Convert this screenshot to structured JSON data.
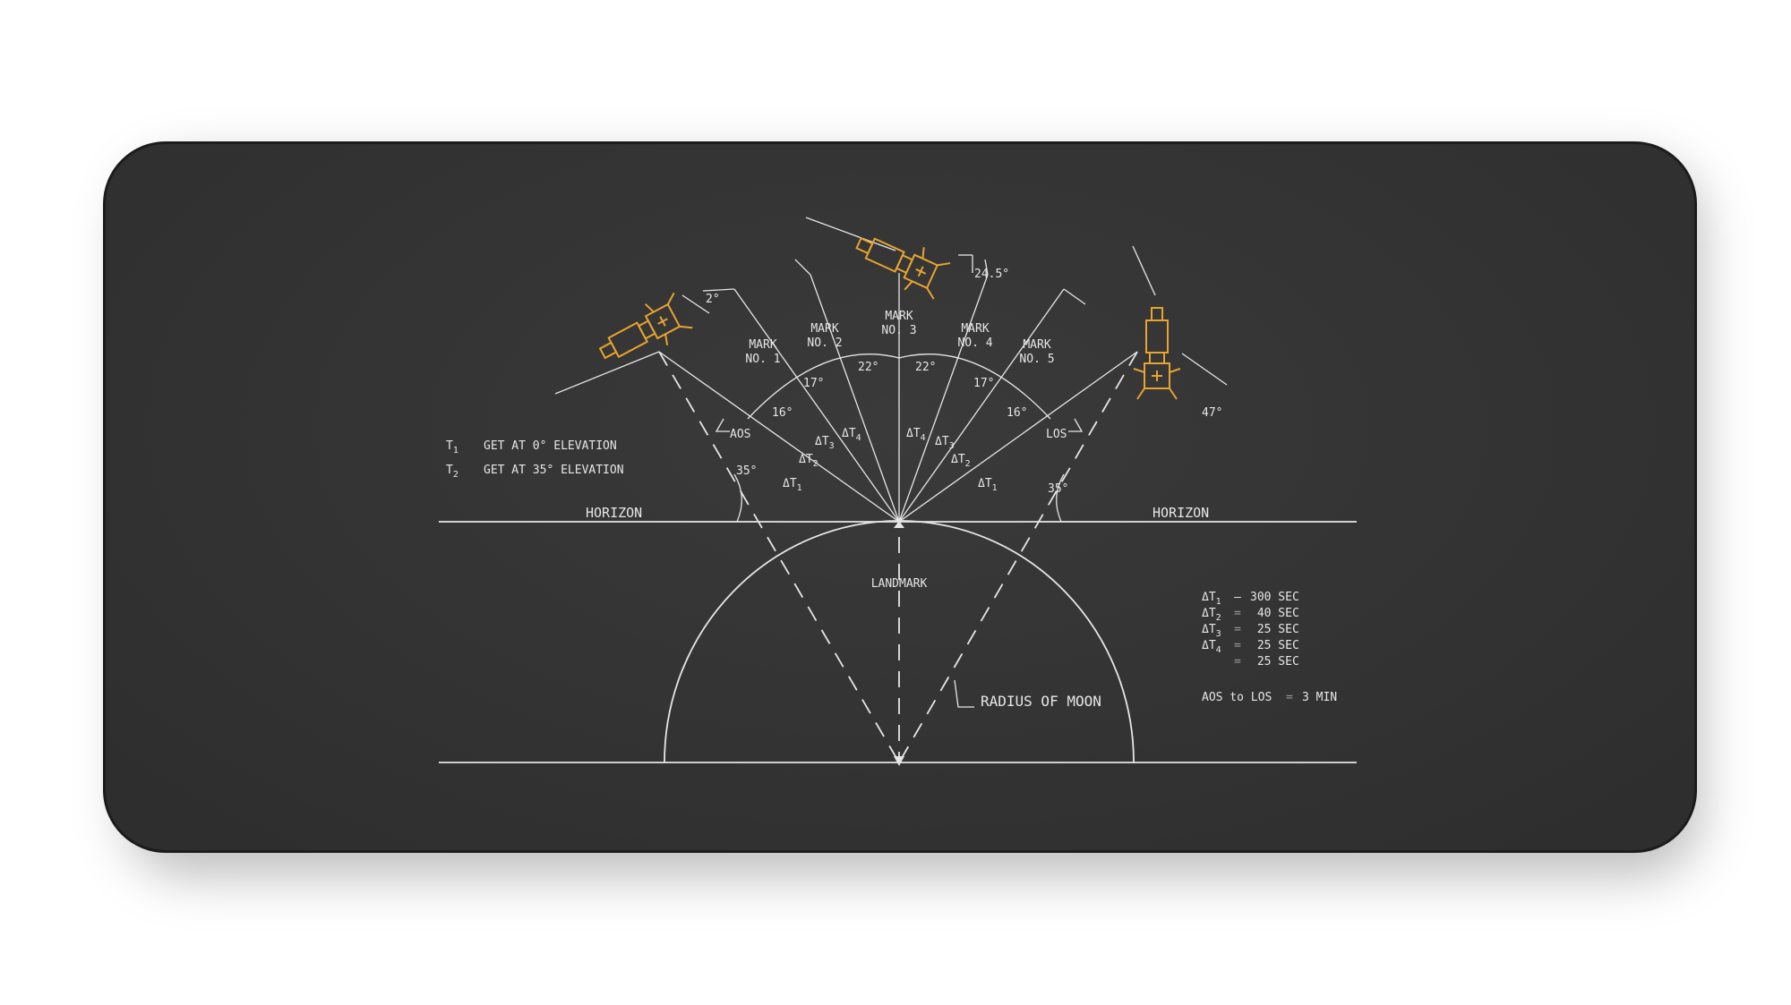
{
  "marks": [
    {
      "line1": "MARK",
      "line2": "NO. 1"
    },
    {
      "line1": "MARK",
      "line2": "NO. 2"
    },
    {
      "line1": "MARK",
      "line2": "NO. 3"
    },
    {
      "line1": "MARK",
      "line2": "NO. 4"
    },
    {
      "line1": "MARK",
      "line2": "NO. 5"
    }
  ],
  "angles": {
    "a2": "2°",
    "a24_5": "24.5°",
    "a47": "47°",
    "a22": "22°",
    "a17": "17°",
    "a16": "16°",
    "a35": "35°"
  },
  "labels": {
    "aos": "AOS",
    "los": "LOS",
    "horizon": "HORIZON",
    "landmark": "LANDMARK",
    "radius": "RADIUS OF MOON",
    "dt": "ΔT",
    "sub1": "1",
    "sub2": "2",
    "sub3": "3",
    "sub4": "4"
  },
  "legend_left": [
    {
      "t": "T",
      "sub": "1",
      "text": "GET AT  0° ELEVATION"
    },
    {
      "t": "T",
      "sub": "2",
      "text": "GET AT 35° ELEVATION"
    }
  ],
  "legend_right": [
    {
      "t": "ΔT",
      "sub": "1",
      "sep": "–",
      "value": "300 SEC"
    },
    {
      "t": "ΔT",
      "sub": "2",
      "sep": "=",
      "value": " 40 SEC"
    },
    {
      "t": "ΔT",
      "sub": "3",
      "sep": "=",
      "value": " 25 SEC"
    },
    {
      "t": "ΔT",
      "sub": "4",
      "sep": "=",
      "value": " 25 SEC"
    },
    {
      "t": "",
      "sub": "",
      "sep": "=",
      "value": " 25 SEC"
    }
  ],
  "aos_los": {
    "text": "AOS to LOS",
    "sep": "=",
    "value": "3 MIN"
  },
  "colors": {
    "mat": "#333333",
    "line": "#e6e6e6",
    "spacecraft": "#e8a330"
  }
}
